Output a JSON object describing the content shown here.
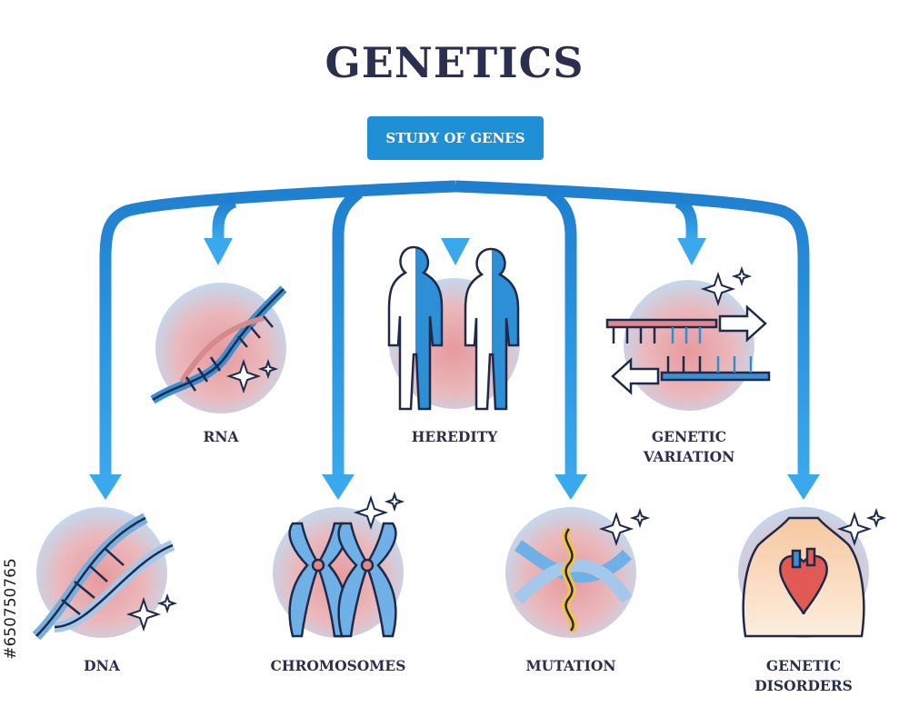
{
  "title": "GENETICS",
  "root": {
    "label": "STUDY OF GENES"
  },
  "nodes": [
    {
      "key": "rna",
      "label": "RNA",
      "icon": "rna-strand-icon"
    },
    {
      "key": "heredity",
      "label": "HEREDITY",
      "icon": "parent-child-silhouettes-icon"
    },
    {
      "key": "genetic_variation",
      "label": "GENETIC\nVARIATION",
      "icon": "dna-variation-arrows-icon"
    },
    {
      "key": "dna",
      "label": "DNA",
      "icon": "dna-double-helix-icon"
    },
    {
      "key": "chromosomes",
      "label": "CHROMOSOMES",
      "icon": "chromosomes-icon"
    },
    {
      "key": "mutation",
      "label": "MUTATION",
      "icon": "mutation-icon"
    },
    {
      "key": "genetic_disorders",
      "label": "GENETIC\nDISORDERS",
      "icon": "heart-torso-icon"
    }
  ],
  "watermark_id": "#650750765",
  "colors": {
    "title": "#2b2f4f",
    "arrow_blue": "#1f8fd6",
    "arrow_light": "#3aa8ec",
    "circle_blue": "#c9def0",
    "circle_pink": "#e9a2a4",
    "outline": "#1e2a4a"
  }
}
